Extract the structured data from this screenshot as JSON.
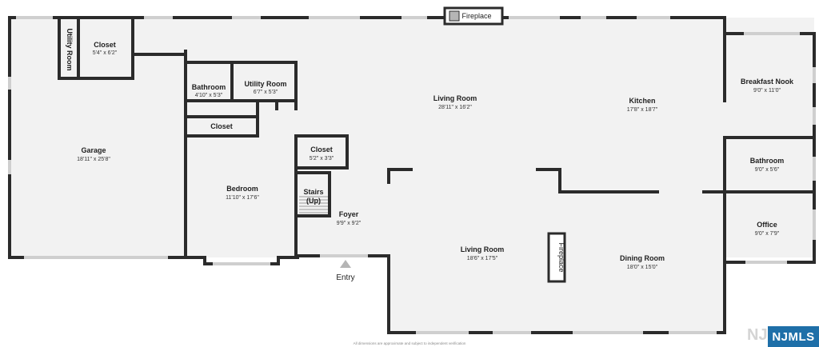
{
  "rooms": {
    "utility_room_garage": {
      "name": "Utility Room"
    },
    "closet_top": {
      "name": "Closet",
      "dim": "5'4\" x 6'2\""
    },
    "garage": {
      "name": "Garage",
      "dim": "18'11\" x 25'8\""
    },
    "bathroom_left": {
      "name": "Bathroom",
      "dim": "4'10\" x 5'3\""
    },
    "utility_room": {
      "name": "Utility Room",
      "dim": "6'7\" x 5'3\""
    },
    "closet_mid": {
      "name": "Closet"
    },
    "bedroom": {
      "name": "Bedroom",
      "dim": "11'10\" x 17'6\""
    },
    "closet_small": {
      "name": "Closet",
      "dim": "5'2\" x 3'3\""
    },
    "stairs": {
      "name_line1": "Stairs",
      "name_line2": "(Up)"
    },
    "foyer": {
      "name": "Foyer",
      "dim": "9'9\" x 9'2\""
    },
    "living_room_top": {
      "name": "Living Room",
      "dim": "28'11\" x 16'2\""
    },
    "kitchen": {
      "name": "Kitchen",
      "dim": "17'8\" x 18'7\""
    },
    "breakfast_nook": {
      "name": "Breakfast Nook",
      "dim": "9'0\" x 11'0\""
    },
    "bathroom_right": {
      "name": "Bathroom",
      "dim": "9'0\" x 5'6\""
    },
    "office": {
      "name": "Office",
      "dim": "9'0\" x 7'9\""
    },
    "living_room_bottom": {
      "name": "Living Room",
      "dim": "18'6\" x 17'5\""
    },
    "dining_room": {
      "name": "Dining Room",
      "dim": "18'0\" x 15'0\""
    }
  },
  "fireplace_top": "Fireplace",
  "fireplace_center": "Fireplace",
  "entry": "Entry",
  "footer_note": "All dimensions are approximate and subject to independent verification",
  "logo": "NJMLS",
  "colors": {
    "wall": "#2b2b2b",
    "floor": "#f2f2f2",
    "window": "#cfcfcf",
    "accent": "#1e6fa8"
  }
}
